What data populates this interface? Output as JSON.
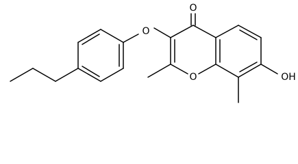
{
  "molecule": {
    "atoms": {
      "carbonyl_oxygen": "O",
      "ether_oxygen": "O",
      "ring_oxygen": "O",
      "hydroxyl": "OH"
    }
  },
  "colors": {
    "bond": "#000000",
    "background": "#ffffff"
  }
}
